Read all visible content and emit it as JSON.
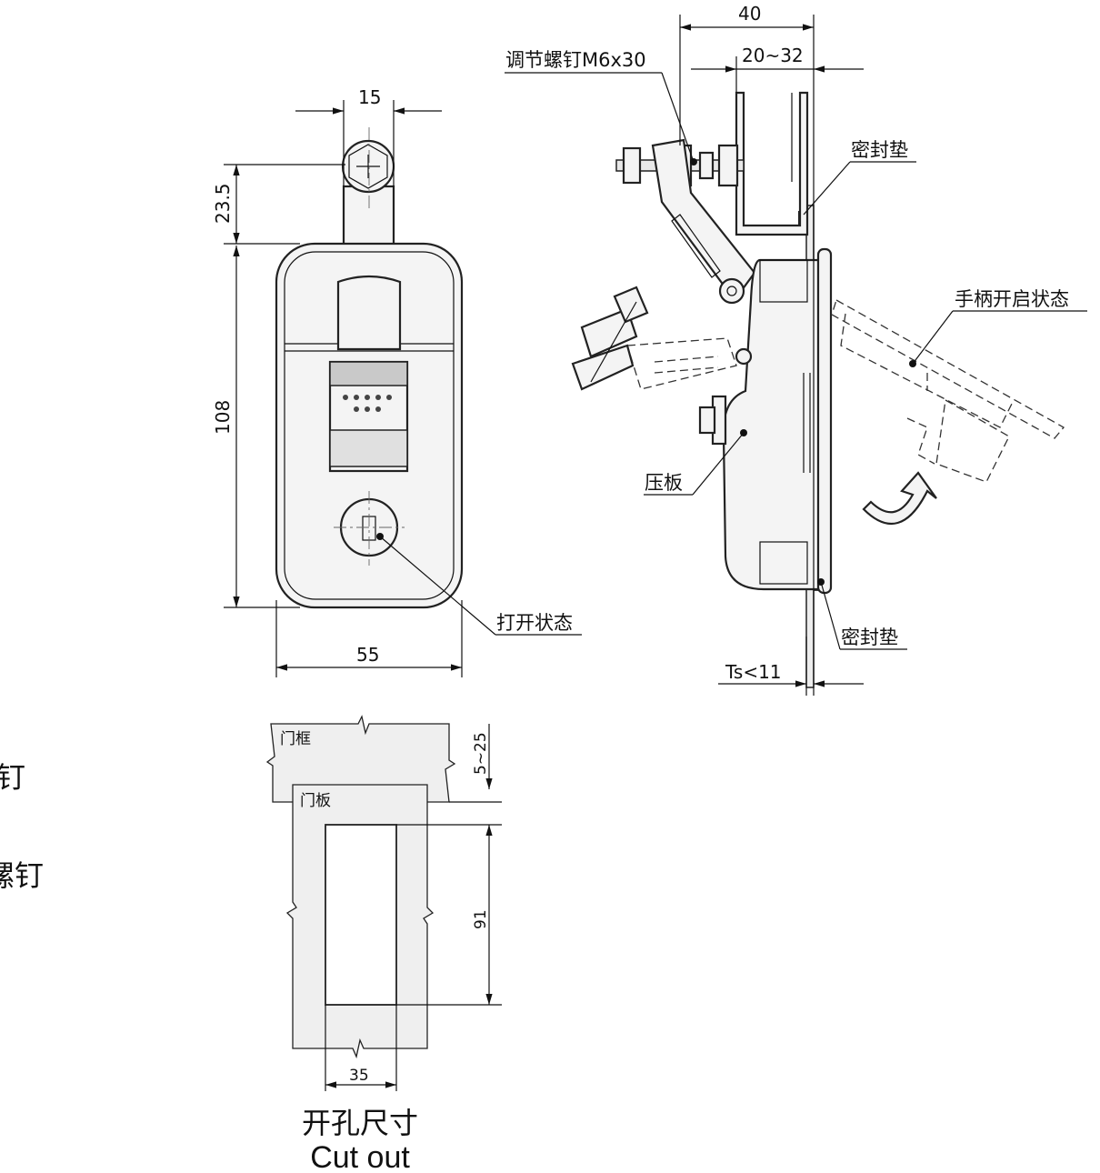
{
  "front_view": {
    "dim_top_width": "15",
    "dim_head_height": "23.5",
    "dim_body_height": "108",
    "dim_body_width": "55",
    "label_open_state": "打开状态"
  },
  "side_view": {
    "dim_overall": "40",
    "dim_adjust_range": "20~32",
    "label_adjust_screw": "调节螺钉M6x30",
    "label_seal_top": "密封垫",
    "label_handle_open": "手柄开启状态",
    "label_pressure_plate": "压板",
    "label_seal_bottom": "密封垫",
    "dim_thickness": "Ts<11"
  },
  "cutout_view": {
    "label_door_frame": "门框",
    "label_door_panel": "门板",
    "dim_offset": "5~25",
    "dim_height": "91",
    "dim_width": "35",
    "title_cn": "开孔尺寸",
    "title_en": "Cut out"
  },
  "left_edge": {
    "fragment_1": "钉",
    "fragment_2": "螺钉"
  }
}
